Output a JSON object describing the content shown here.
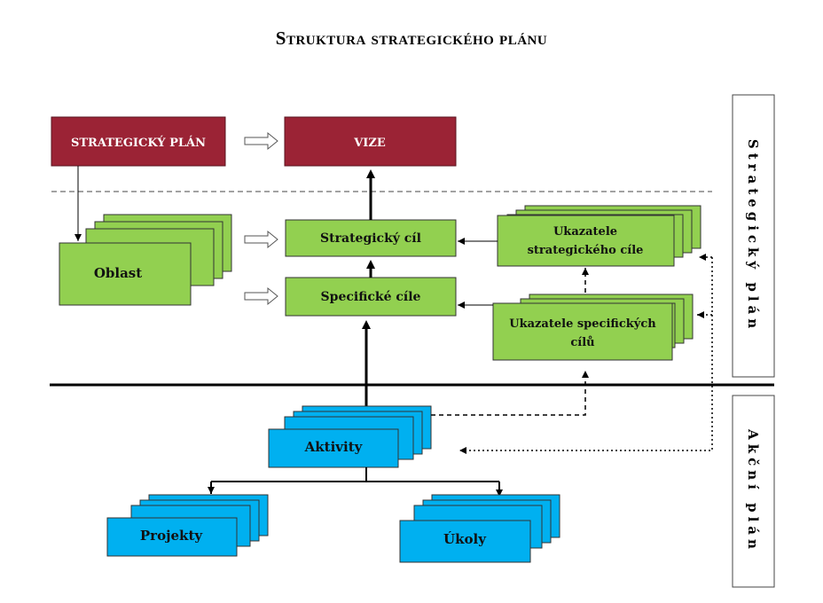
{
  "title": "Struktura strategického plánu",
  "colors": {
    "dark_red": "#9b2335",
    "green": "#92d050",
    "blue": "#00b0f0",
    "line": "#000000"
  },
  "nodes": {
    "strategicky_plan": "STRATEGICKÝ PLÁN",
    "vize": "VIZE",
    "oblast": "Oblast",
    "strategicky_cil": "Strategický cíl",
    "specificke_cile": "Specifické cíle",
    "ukazatele_strategickeho": [
      "Ukazatele",
      "strategického cíle"
    ],
    "ukazatele_specifickych": [
      "Ukazatele specifických",
      "cílů"
    ],
    "aktivity": "Aktivity",
    "projekty": "Projekty",
    "ukoly": "Úkoly"
  },
  "side_labels": {
    "strategicky_plan": "Strategický plán",
    "akcni_plan": "Akční plán"
  }
}
